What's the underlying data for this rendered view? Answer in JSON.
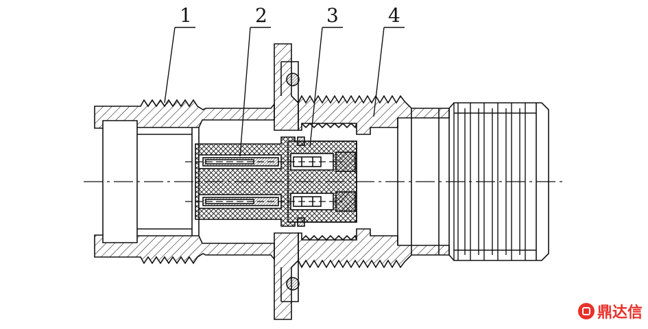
{
  "callouts": [
    {
      "label": "1"
    },
    {
      "label": "2"
    },
    {
      "label": "3"
    },
    {
      "label": "4"
    }
  ],
  "watermark": {
    "text": "鼎达信",
    "color": "#e8312a"
  },
  "colors": {
    "line": "#111111",
    "insulator_fill": "#ffffff"
  }
}
